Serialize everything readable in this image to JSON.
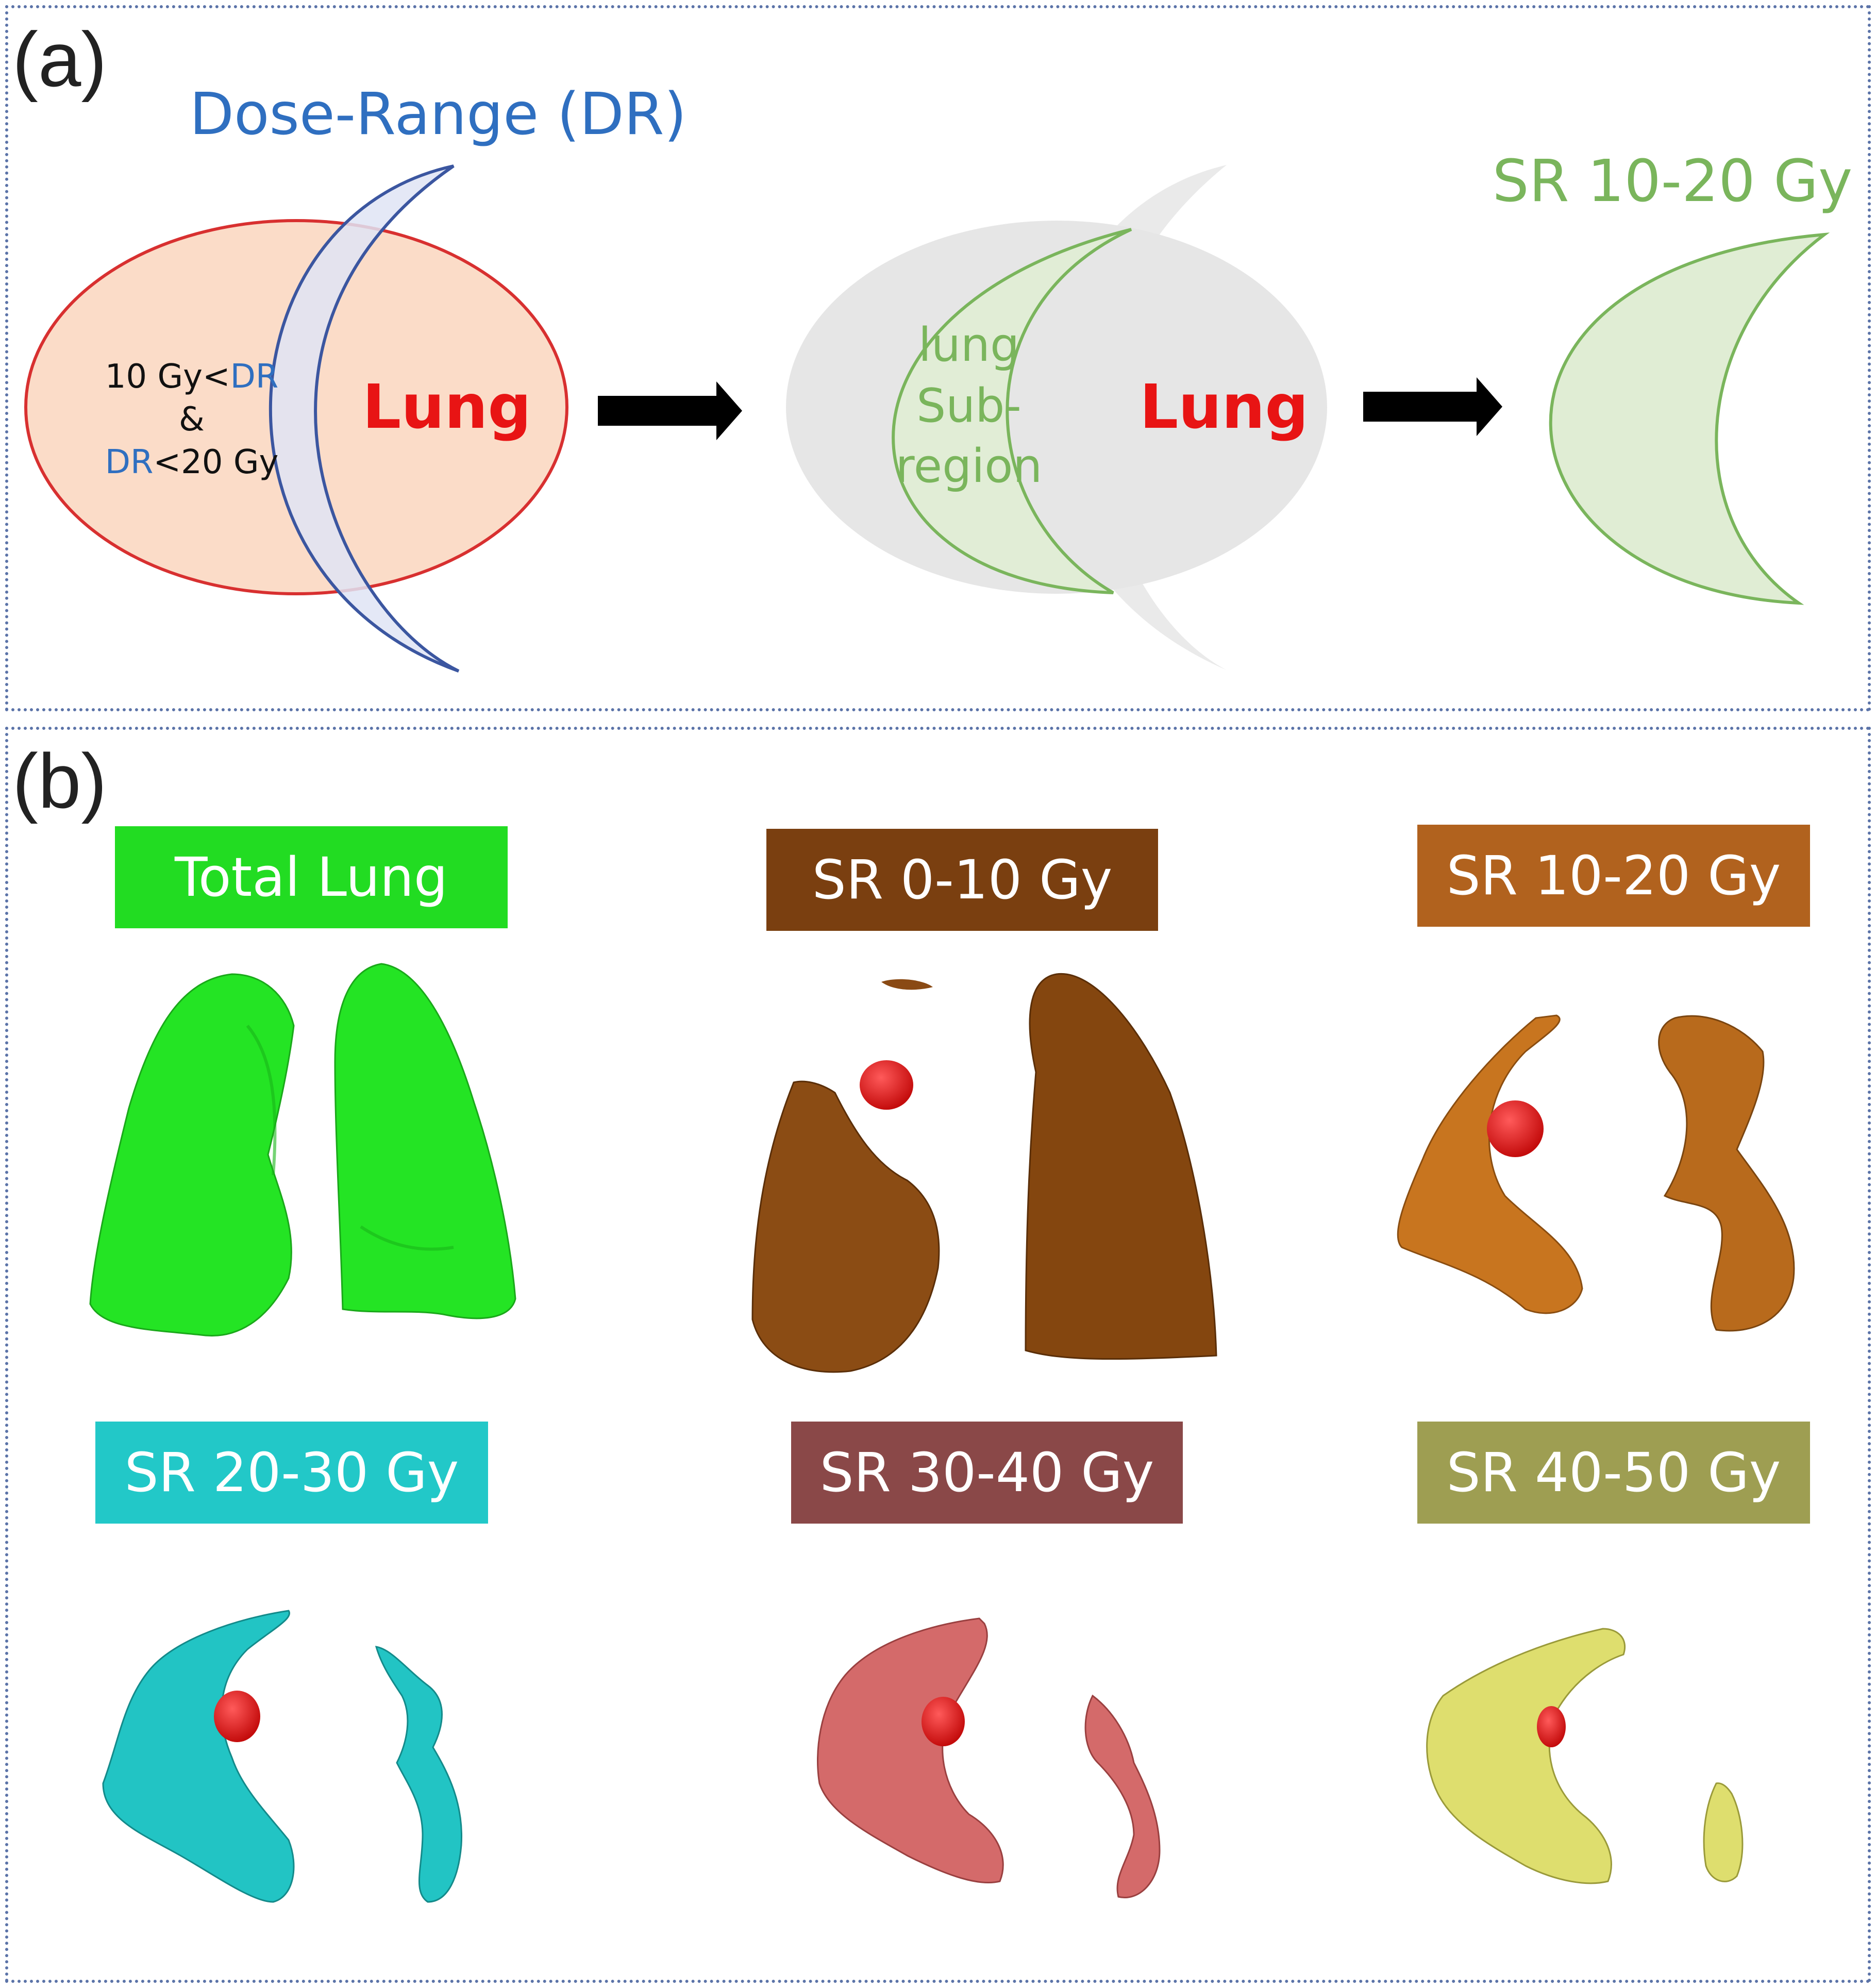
{
  "panel_a": {
    "letter": "(a)",
    "dose_range_title": "Dose-Range (DR)",
    "condition": {
      "line1_prefix": "10 Gy<",
      "line1_dr": "DR",
      "line2": "&",
      "line3_dr": "DR",
      "line3_suffix": "<20 Gy"
    },
    "lung_label_1": "Lung",
    "subregion_line1": "lung",
    "subregion_line2": "Sub-",
    "subregion_line3": "region",
    "lung_label_2": "Lung",
    "result_title": "SR 10-20 Gy"
  },
  "panel_b": {
    "letter": "(b)",
    "labels": {
      "total": "Total Lung",
      "sr_0_10": "SR 0-10 Gy",
      "sr_10_20": "SR 10-20 Gy",
      "sr_20_30": "SR 20-30 Gy",
      "sr_30_40": "SR 30-40 Gy",
      "sr_40_50": "SR 40-50 Gy"
    }
  },
  "colors": {
    "dose_range_blue": "#2f6fc0",
    "lung_red": "#e81414",
    "subregion_green": "#7ab55c",
    "total_lung": "#22dc22",
    "sr_0_10": "#7a3f10",
    "sr_10_20": "#b1621e",
    "sr_20_30": "#22c8c8",
    "sr_30_40": "#8a4848",
    "sr_40_50": "#9e9e52",
    "tumor": "#e01818"
  }
}
